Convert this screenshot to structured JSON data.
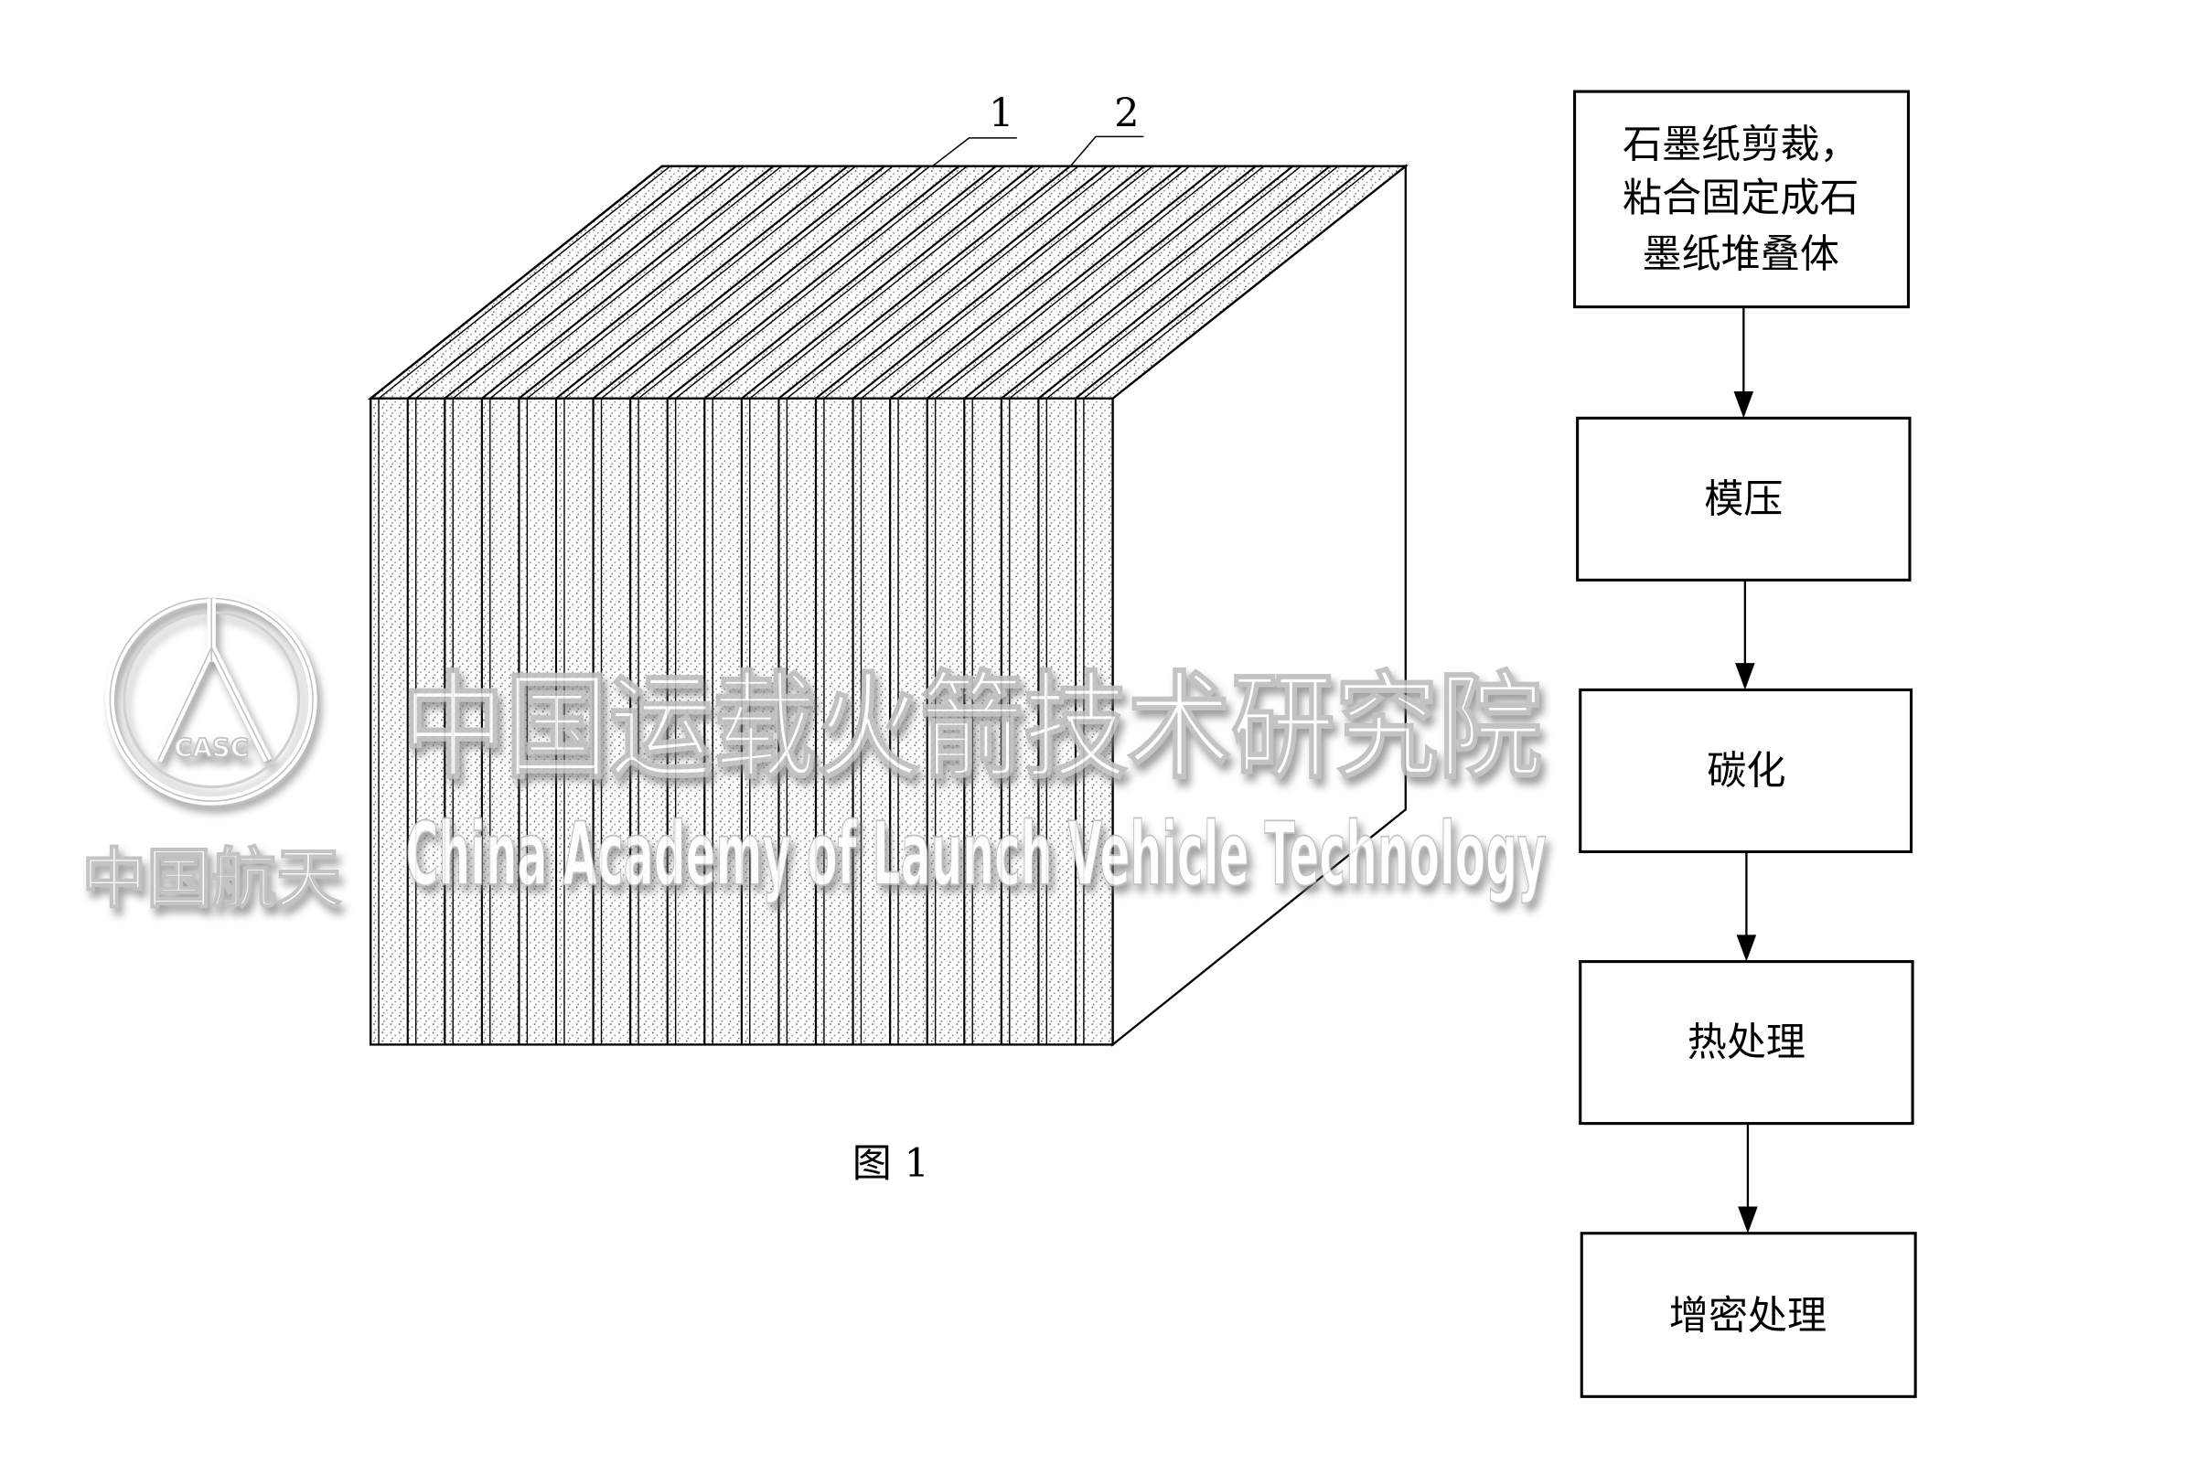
{
  "figure": {
    "caption": "图 1",
    "labels": [
      "1",
      "2"
    ],
    "layer_count": 20
  },
  "flowchart": {
    "steps": [
      [
        "石墨纸剪裁，",
        "粘合固定成石",
        "墨纸堆叠体"
      ],
      [
        "模压"
      ],
      [
        "碳化"
      ],
      [
        "热处理"
      ],
      [
        "增密处理"
      ]
    ]
  },
  "watermark": {
    "logo_text": "CASC",
    "logo_caption": "中国航天",
    "title_cn": "中国运载火箭技术研究院",
    "title_en": "China Academy of Launch Vehicle Technology"
  }
}
